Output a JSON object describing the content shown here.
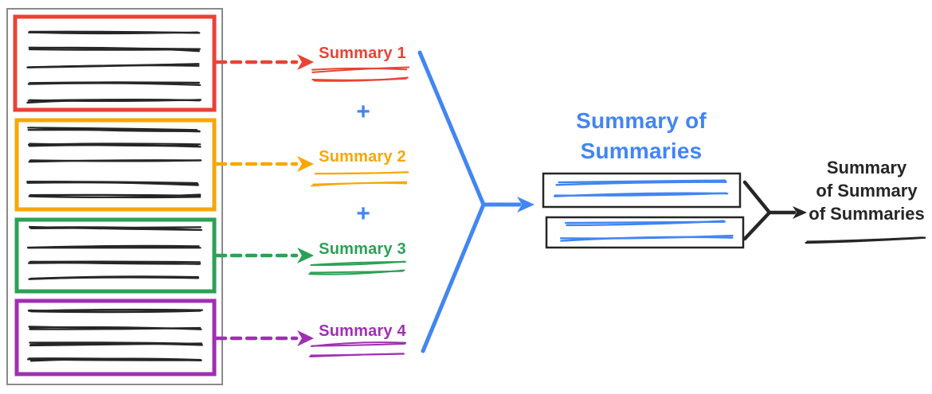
{
  "colors": {
    "red": "#e84335",
    "orange": "#f7a705",
    "green": "#2ba156",
    "purple": "#a02fb3",
    "blue": "#4285f4",
    "ink": "#262626",
    "frame": "#8a8a8a"
  },
  "summaries": [
    {
      "label": "Summary 1",
      "color": "#e84335"
    },
    {
      "label": "Summary 2",
      "color": "#f7a705"
    },
    {
      "label": "Summary 3",
      "color": "#2ba156"
    },
    {
      "label": "Summary 4",
      "color": "#a02fb3"
    }
  ],
  "operators": {
    "plus": "+"
  },
  "summary_of_summaries": {
    "color": "#4285f4",
    "lines": [
      "Summary of",
      "Summaries"
    ]
  },
  "final_summary": {
    "color": "#262626",
    "lines": [
      "Summary",
      "of Summary",
      "of Summaries"
    ]
  }
}
